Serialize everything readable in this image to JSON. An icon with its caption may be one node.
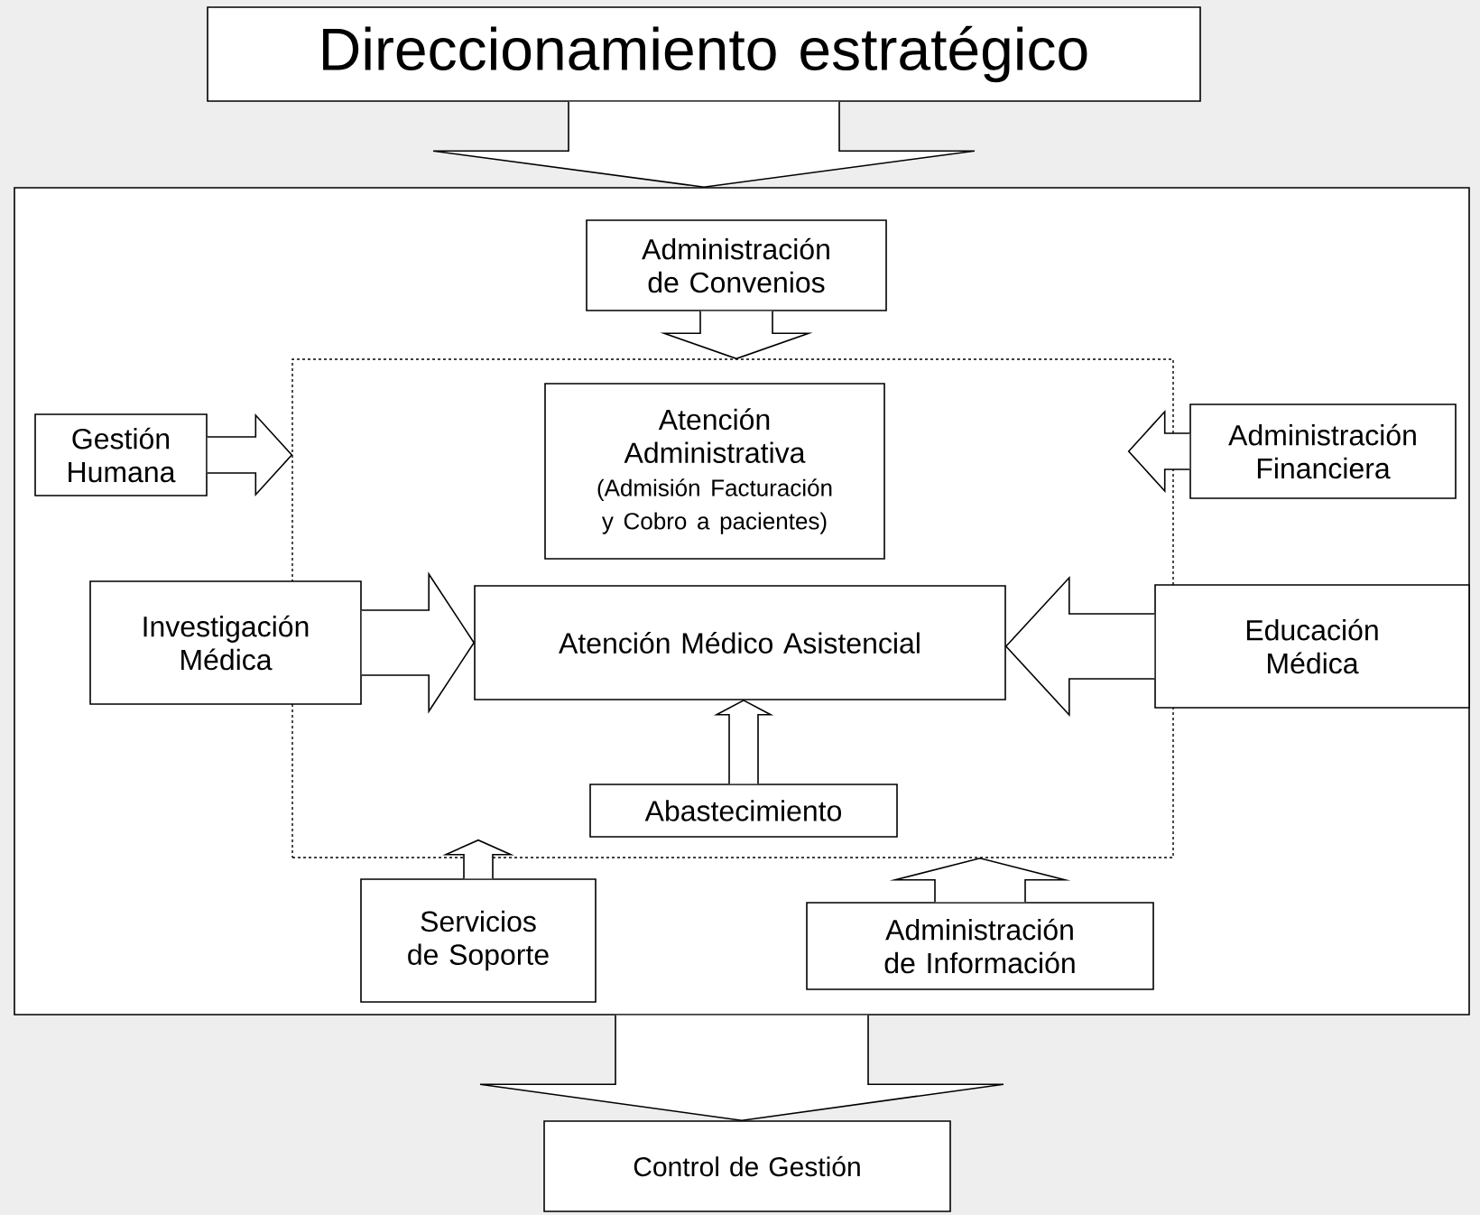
{
  "diagram": {
    "nodes": [
      {
        "text": [
          "Direccionamiento estratégico"
        ]
      },
      {
        "text": [],
        "shape": "box"
      },
      {
        "text": [],
        "shape": "box",
        "in": 1
      },
      {
        "text": [
          "Administración de Convenios"
        ],
        "in": 1
      },
      {
        "text": [
          "Gestión Humana"
        ],
        "in": 1
      },
      {
        "text": [
          "Atención Administrativa",
          "(Admisión Facturación y Cobro a pacientes)"
        ],
        "in": 2
      },
      {
        "text": [
          "Administración Financiera"
        ],
        "in": 1
      },
      {
        "text": [
          "Investigación Médica"
        ],
        "in": 1
      },
      {
        "text": [
          "Atención Médico Asistencial"
        ],
        "in": 2
      },
      {
        "text": [
          "Educación Médica"
        ],
        "in": 1
      },
      {
        "text": [
          "Abastecimiento"
        ],
        "in": 2
      },
      {
        "text": [
          "Servicios de Soporte"
        ],
        "in": 1
      },
      {
        "text": [
          "Administración de Información"
        ],
        "in": 1
      },
      {
        "text": [
          "Control de Gestión"
        ]
      }
    ],
    "edges": [
      {
        "from": 0,
        "to": 1,
        "arrow": "to"
      },
      {
        "from": 1,
        "to": 13,
        "arrow": "to"
      },
      {
        "from": 3,
        "to": 2,
        "arrow": "to"
      },
      {
        "from": 4,
        "to": 2,
        "arrow": "to"
      },
      {
        "from": 6,
        "to": 2,
        "arrow": "to"
      },
      {
        "from": 7,
        "to": 8,
        "arrow": "to"
      },
      {
        "from": 9,
        "to": 8,
        "arrow": "to"
      },
      {
        "from": 10,
        "to": 8,
        "arrow": "to"
      },
      {
        "from": 11,
        "to": 2,
        "arrow": "to"
      },
      {
        "from": 12,
        "to": 2,
        "arrow": "to"
      }
    ]
  }
}
